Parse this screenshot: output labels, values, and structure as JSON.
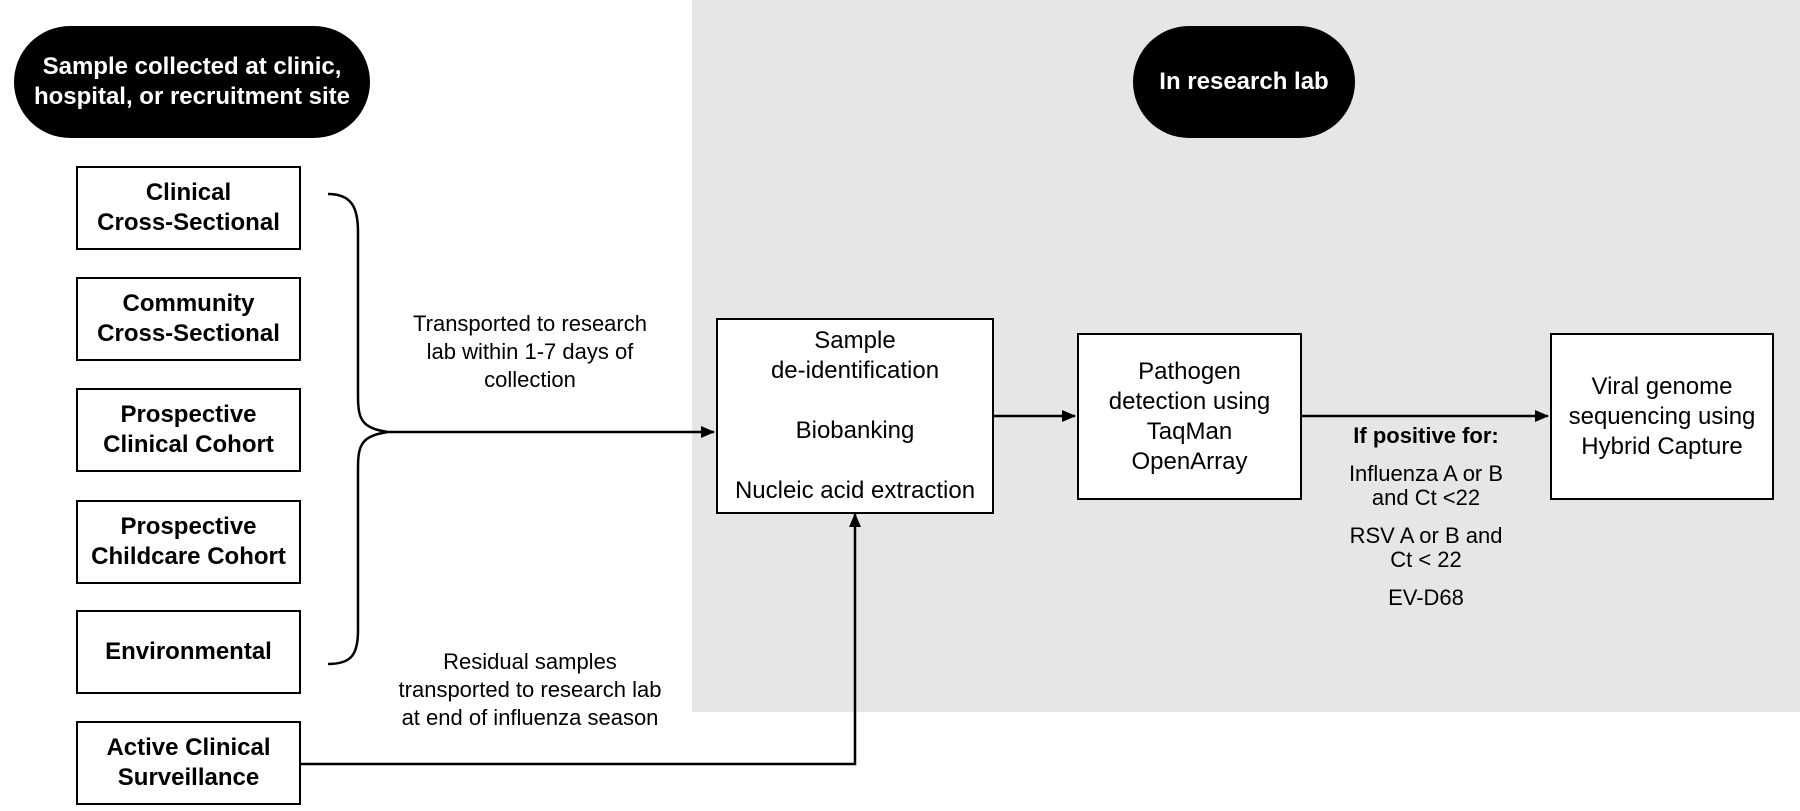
{
  "headers": {
    "site": [
      "Sample collected at clinic,",
      "hospital, or recruitment site"
    ],
    "lab": "In research lab"
  },
  "sources": [
    {
      "line1": "Clinical",
      "line2": "Cross-Sectional"
    },
    {
      "line1": "Community",
      "line2": "Cross-Sectional"
    },
    {
      "line1": "Prospective",
      "line2": "Clinical Cohort"
    },
    {
      "line1": "Prospective",
      "line2": "Childcare Cohort"
    },
    {
      "line1": "Environmental",
      "line2": ""
    },
    {
      "line1": "Active Clinical",
      "line2": "Surveillance"
    }
  ],
  "transport_label": [
    "Transported to research",
    "lab within 1-7 days of",
    "collection"
  ],
  "residual_label": [
    "Residual samples",
    "transported to research lab",
    "at end of influenza season"
  ],
  "processing": {
    "line1": "Sample",
    "line2": "de-identification",
    "line3": "Biobanking",
    "line4": "Nucleic acid extraction"
  },
  "detection": [
    "Pathogen",
    "detection using",
    "TaqMan",
    "OpenArray"
  ],
  "criteria": {
    "heading": "If positive for:",
    "item1": [
      "Influenza A or B",
      "and Ct <22"
    ],
    "item2": [
      "RSV A or B and",
      "Ct < 22"
    ],
    "item3": "EV-D68"
  },
  "sequencing": [
    "Viral genome",
    "sequencing using",
    "Hybrid Capture"
  ]
}
